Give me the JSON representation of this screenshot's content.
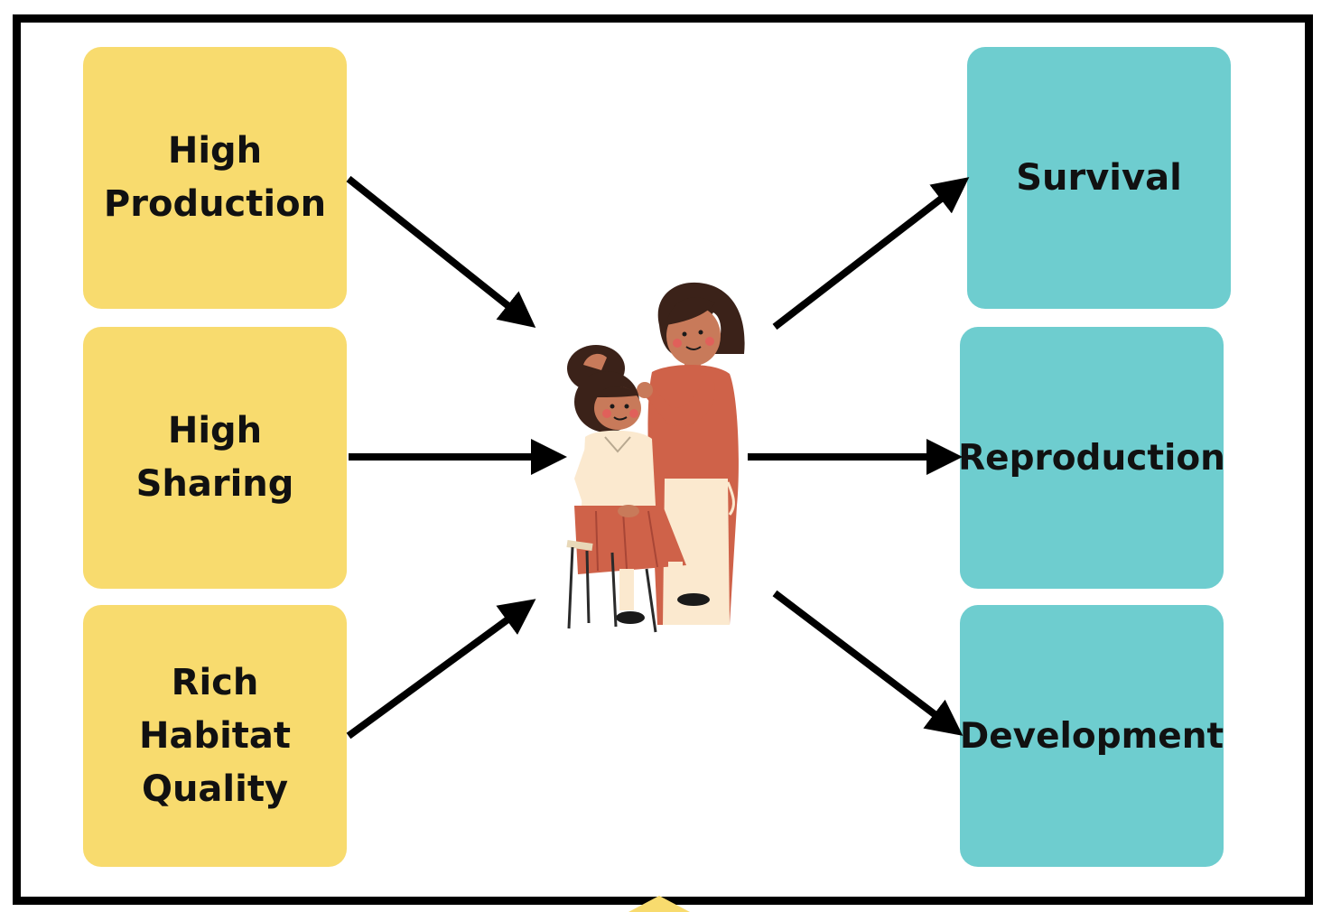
{
  "inputs": [
    {
      "label": "High\nProduction"
    },
    {
      "label": "High\nSharing"
    },
    {
      "label": "Rich\nHabitat\nQuality"
    }
  ],
  "outcomes": [
    {
      "label": "Survival"
    },
    {
      "label": "Reproduction"
    },
    {
      "label": "Development"
    }
  ],
  "center_image": {
    "icon": "mother-combing-child-hair-illustration"
  },
  "colors": {
    "input_box": "#f8db6e",
    "outcome_box": "#6ecdcf",
    "arrow": "#000000",
    "frame": "#000000"
  }
}
